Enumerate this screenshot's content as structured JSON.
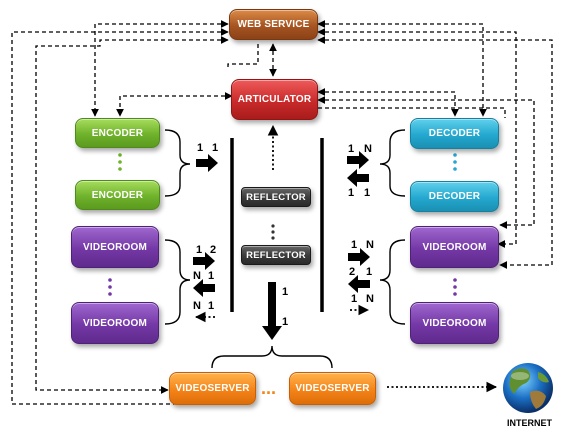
{
  "nodes": {
    "web_service": "WEB SERVICE",
    "articulator": "ARTICULATOR",
    "encoder_1": "ENCODER",
    "encoder_2": "ENCODER",
    "decoder_1": "DECODER",
    "decoder_2": "DECODER",
    "videoroom_left_1": "VIDEOROOM",
    "videoroom_left_2": "VIDEOROOM",
    "videoroom_right_1": "VIDEOROOM",
    "videoroom_right_2": "VIDEOROOM",
    "reflector_1": "REFLECTOR",
    "reflector_2": "REFLECTOR",
    "videoserver_1": "VIDEOSERVER",
    "videoserver_2": "VIDEOSERVER",
    "internet": "INTERNET"
  },
  "labels": {
    "enc_left": "1",
    "enc_right": "1",
    "dec_top_left": "1",
    "dec_top_right": "N",
    "dec_bot_left": "1",
    "dec_bot_right": "1",
    "vrl_a_left": "1",
    "vrl_a_right": "2",
    "vrl_b_left": "N",
    "vrl_b_right": "1",
    "vrl_c_left": "N",
    "vrl_c_right": "1",
    "vrr_a_left": "1",
    "vrr_a_right": "N",
    "vrr_b_left": "2",
    "vrr_b_right": "1",
    "vrr_c_left": "1",
    "vrr_c_right": "N",
    "center_top": "1",
    "center_bottom": "1"
  },
  "ellipsis": "...",
  "colors": {
    "encoder": "#6fb22b",
    "decoder": "#24a8cf",
    "videoroom": "#7438a6",
    "videoserver": "#f48418",
    "articulator": "#c92a2a",
    "web_service": "#a65421",
    "reflector": "#3a3a3a",
    "orange_dots": "#f48418"
  },
  "icons": {
    "internet": "globe-icon"
  }
}
